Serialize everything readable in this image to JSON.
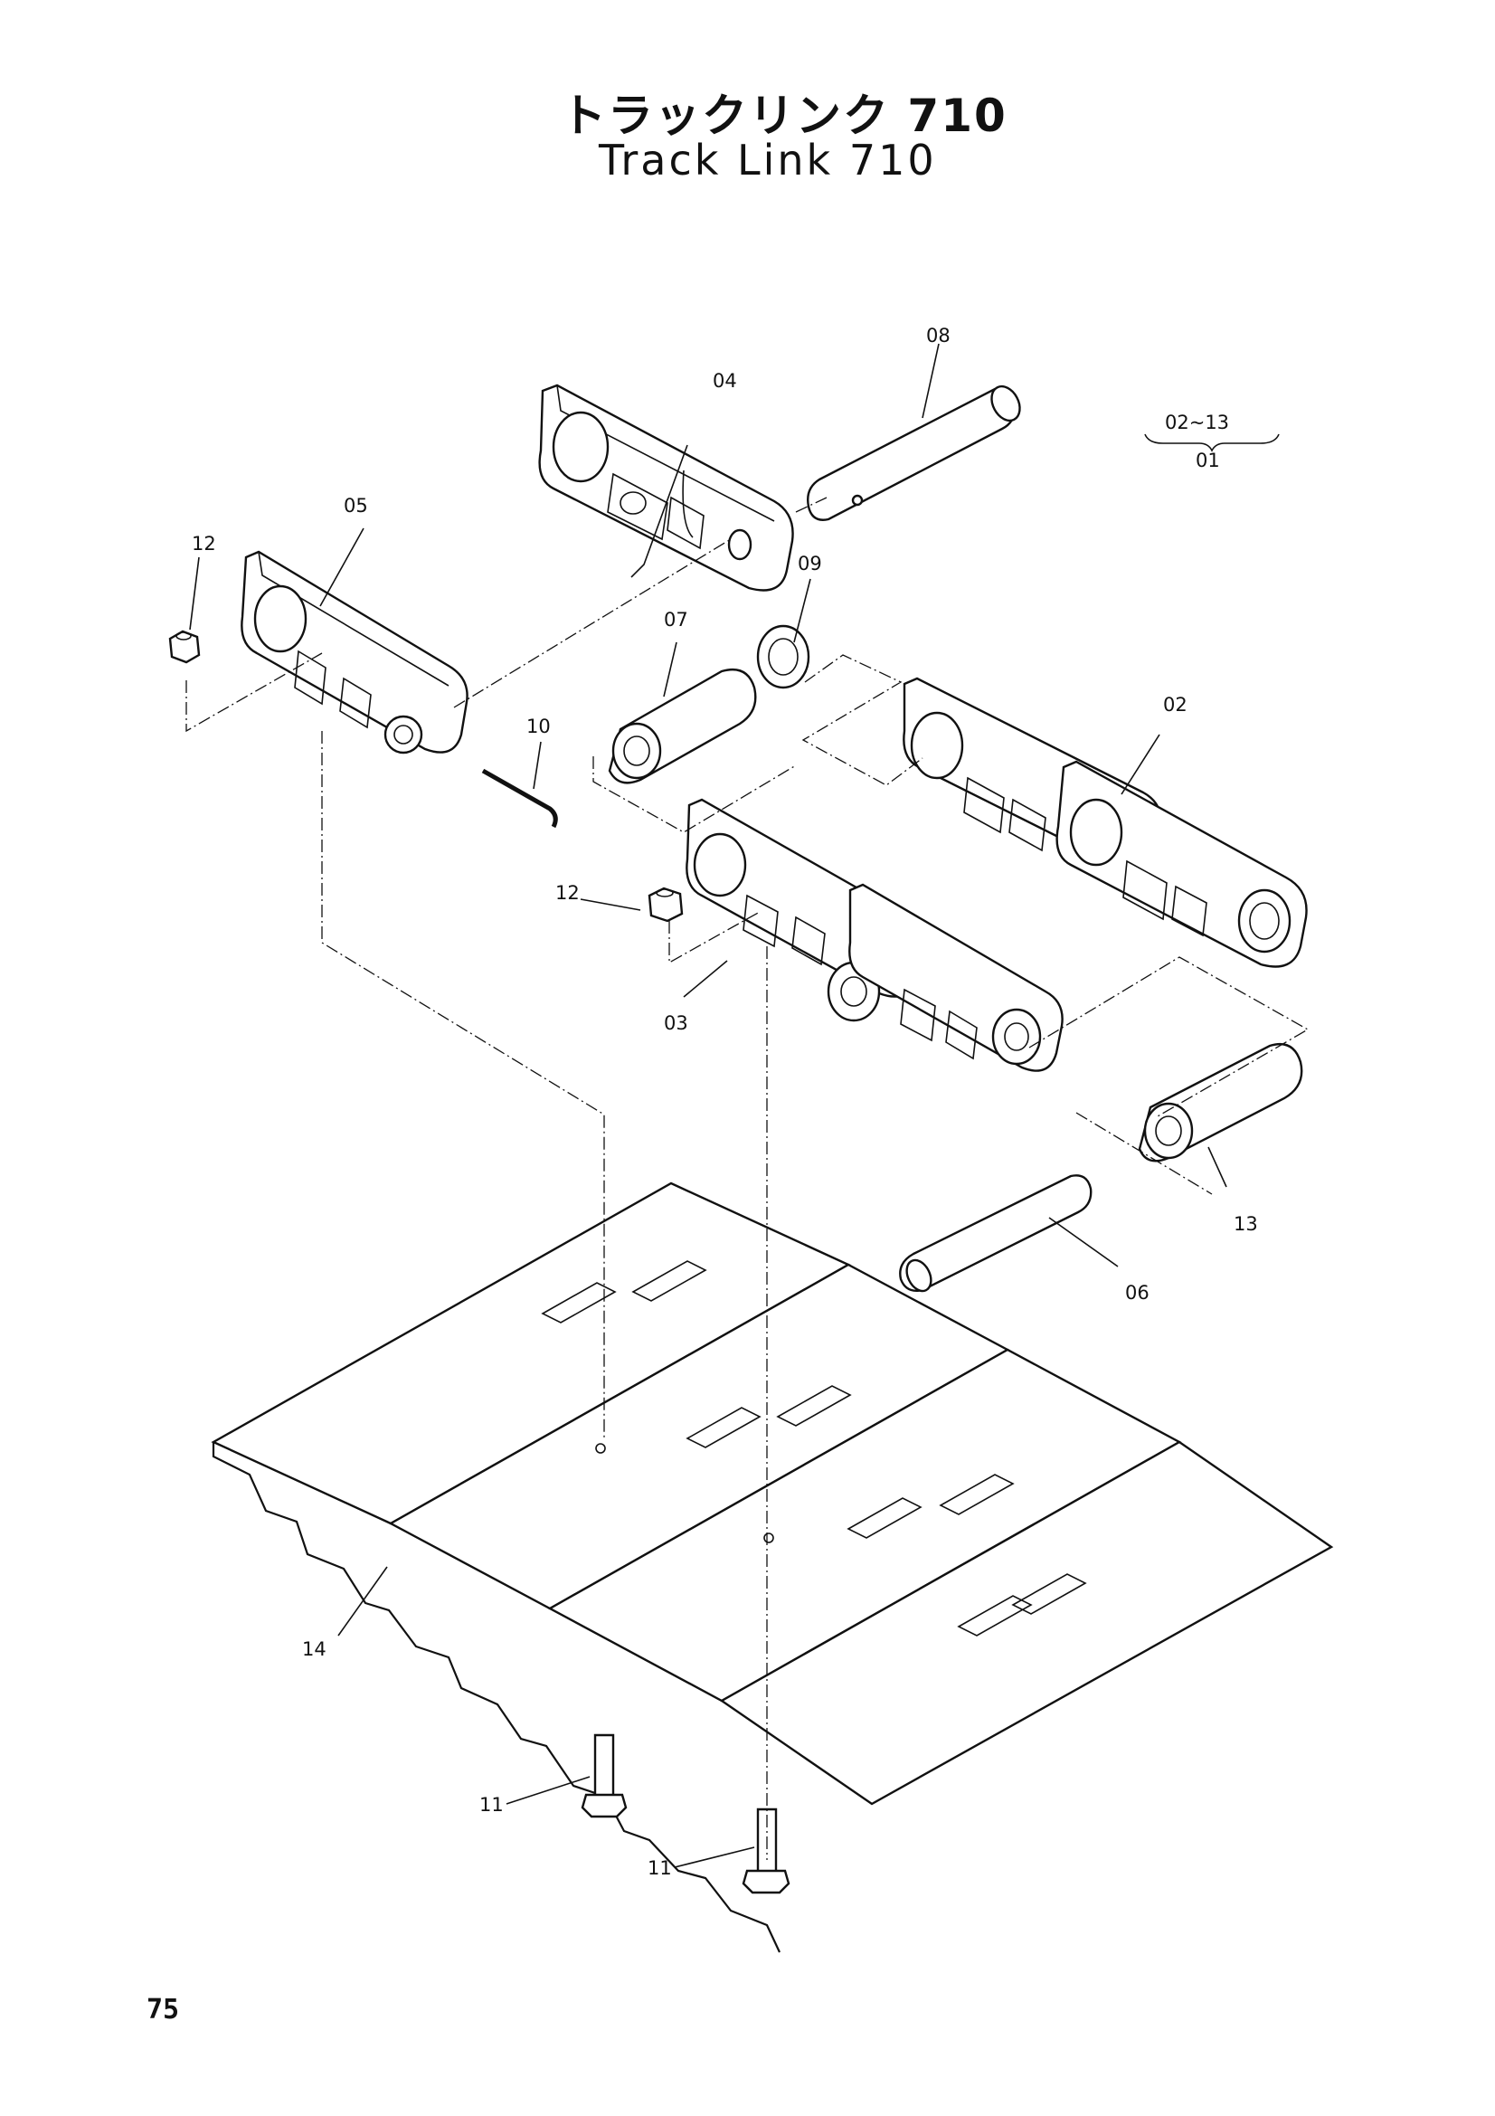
{
  "title": {
    "japanese": "トラックリンク 710",
    "english": "Track Link 710"
  },
  "note": {
    "range": "02~13",
    "assembly": "01"
  },
  "callouts": {
    "p02": "02",
    "p03": "03",
    "p04": "04",
    "p05": "05",
    "p06": "06",
    "p07": "07",
    "p08": "08",
    "p09": "09",
    "p10": "10",
    "p11a": "11",
    "p11b": "11",
    "p12a": "12",
    "p12b": "12",
    "p13": "13",
    "p14": "14"
  },
  "page_number": "75"
}
